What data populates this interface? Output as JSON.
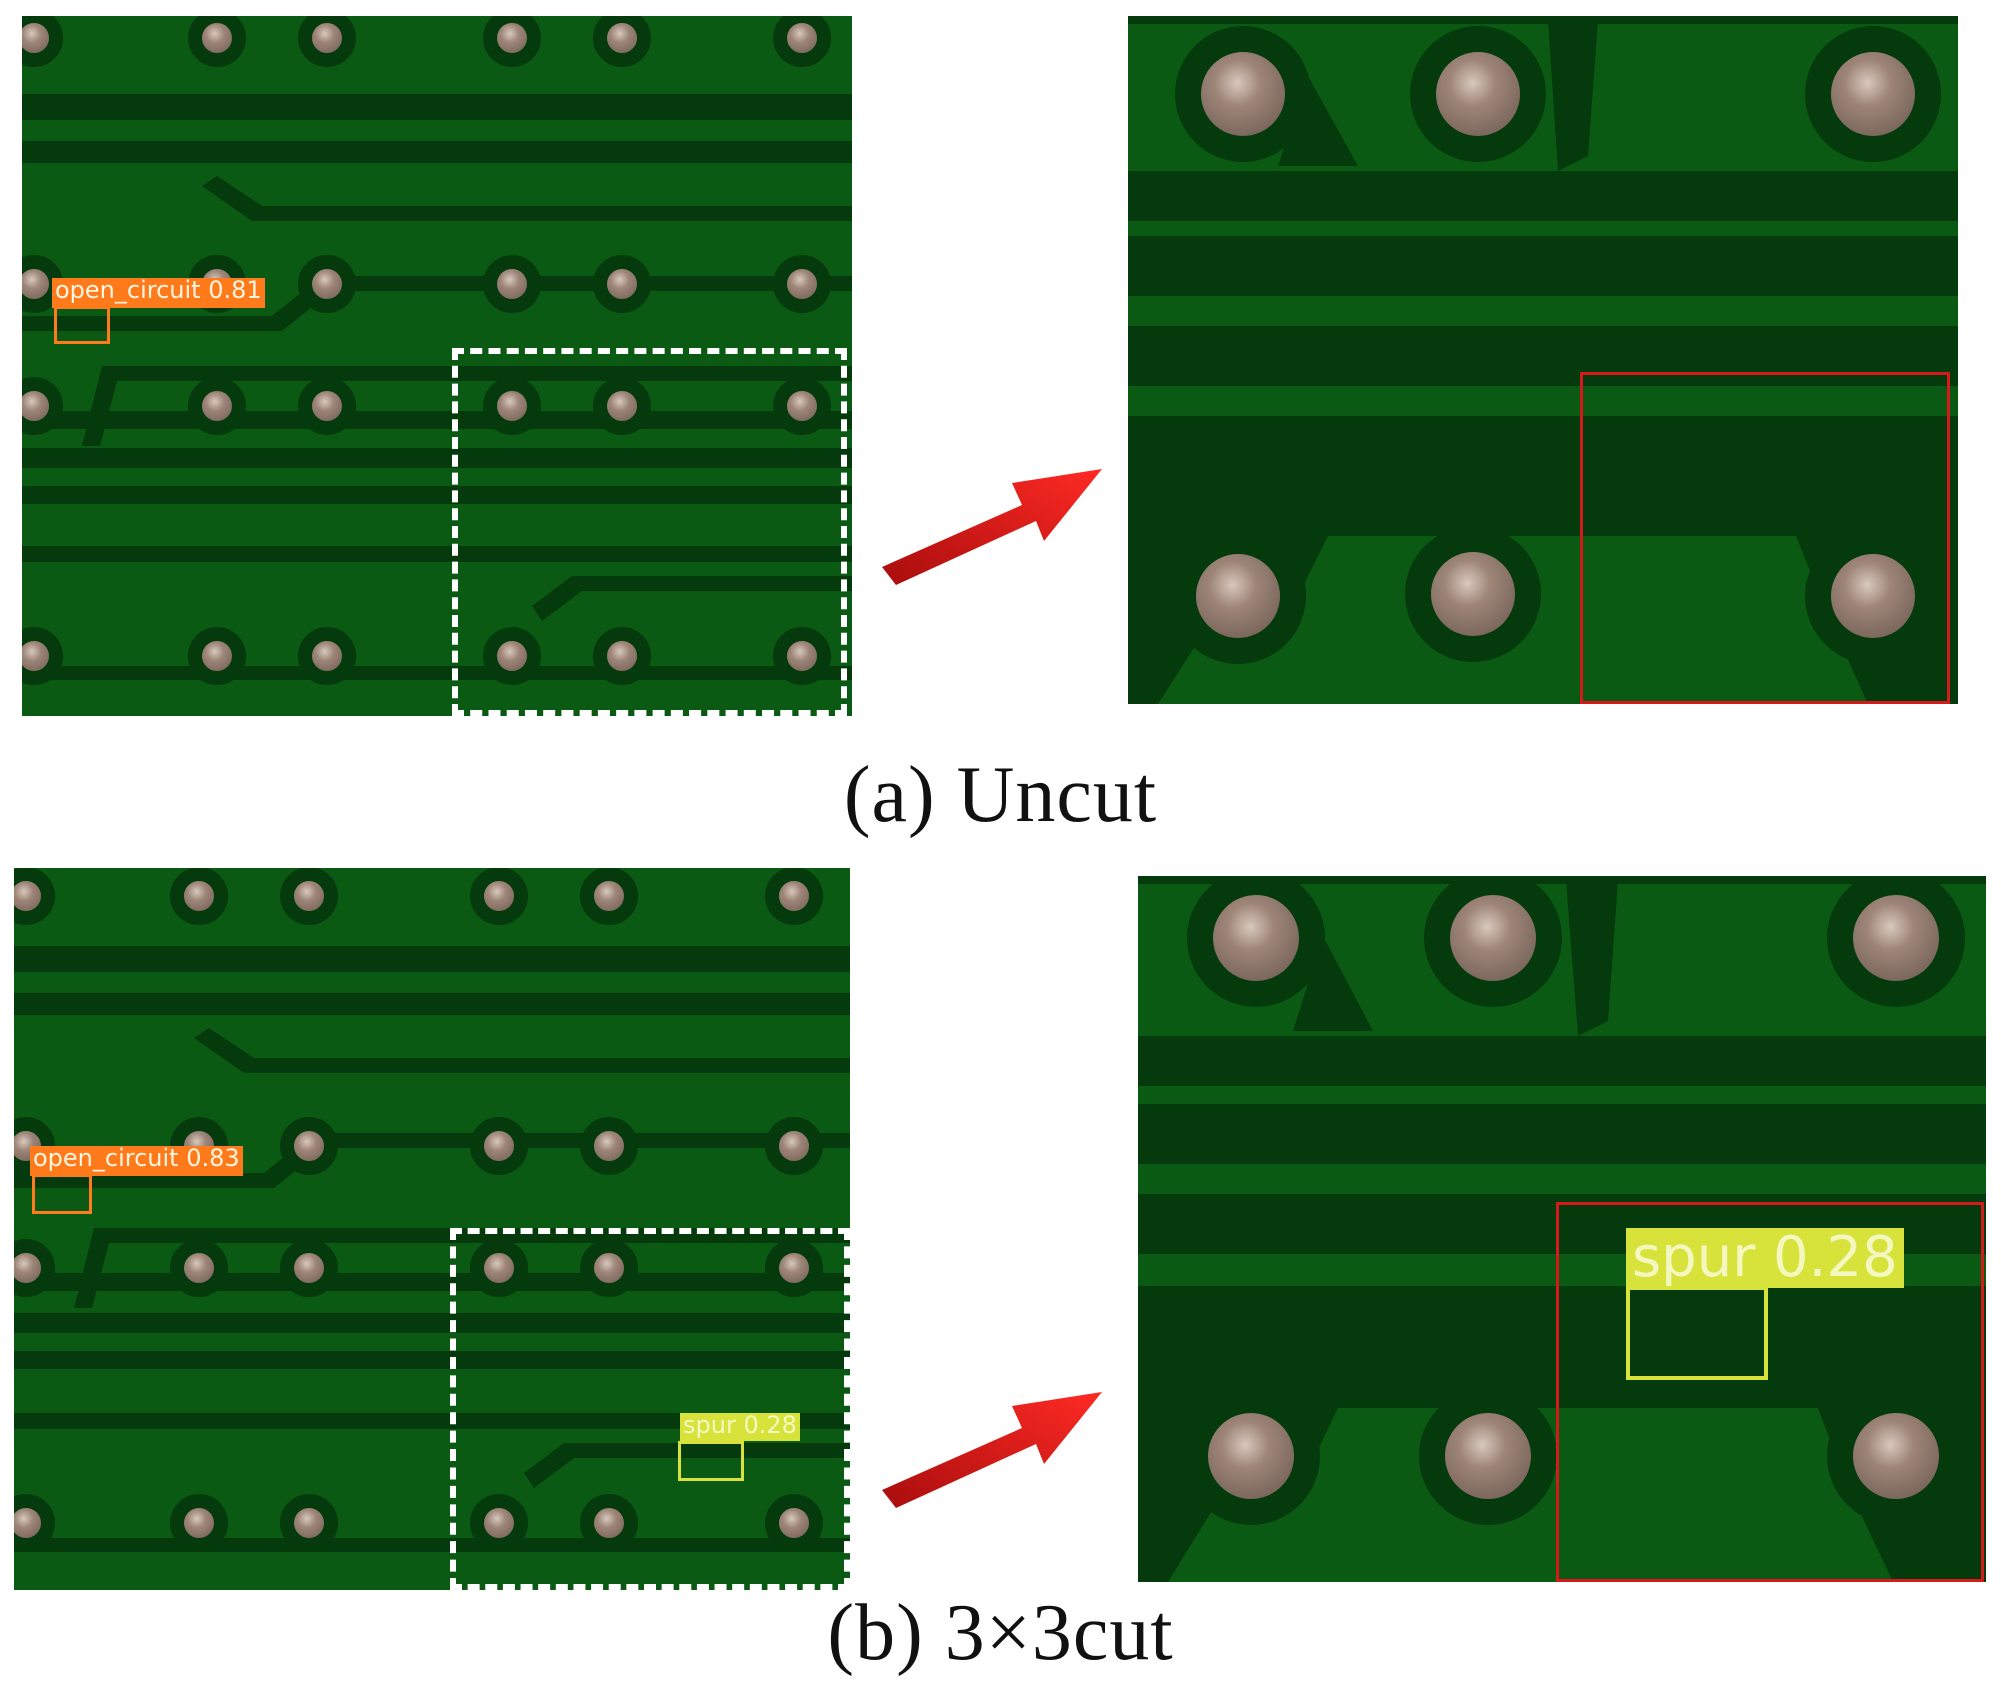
{
  "panels": {
    "a": {
      "caption": "(a) Uncut",
      "detection": {
        "label": "open_circuit 0.81",
        "class": "open_circuit",
        "confidence": 0.81,
        "color": "#ff7a1a"
      }
    },
    "b": {
      "caption": "(b) 3×3cut",
      "detections": [
        {
          "label": "open_circuit 0.83",
          "class": "open_circuit",
          "confidence": 0.83,
          "color": "#ff7a1a"
        },
        {
          "label": "spur 0.28",
          "class": "spur",
          "confidence": 0.28,
          "color": "#d7e33a"
        }
      ],
      "zoom_detection": {
        "label": "spur 0.28",
        "class": "spur",
        "confidence": 0.28,
        "color": "#d7e33a"
      }
    }
  },
  "colors": {
    "board_green": "#0b5a14",
    "trace_dark": "#053a0c",
    "pad": "#8f7a6e",
    "crop_outline": "#ffffff",
    "roi_outline": "#d41a1a",
    "arrow": "#e0231f"
  },
  "icons": {
    "arrow": "red-arrow-icon"
  }
}
